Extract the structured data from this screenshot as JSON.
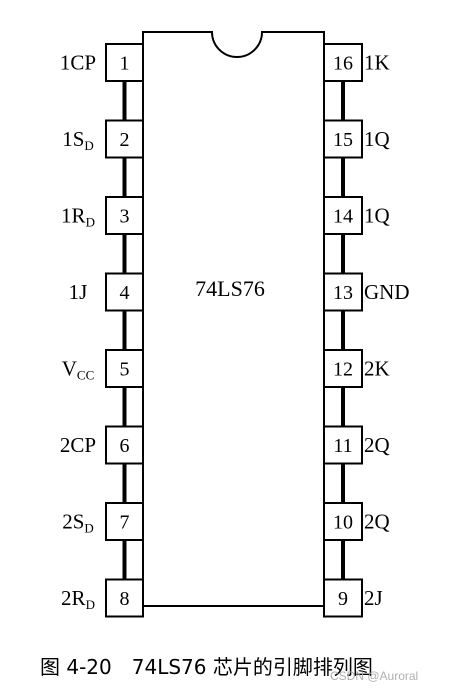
{
  "chip": {
    "name": "74LS76"
  },
  "pins_left": [
    {
      "num": "1",
      "label": "1CP",
      "sub": ""
    },
    {
      "num": "2",
      "label": "1S",
      "sub": "D"
    },
    {
      "num": "3",
      "label": "1R",
      "sub": "D"
    },
    {
      "num": "4",
      "label": "1J",
      "sub": ""
    },
    {
      "num": "5",
      "label": "V",
      "sub": "CC"
    },
    {
      "num": "6",
      "label": "2CP",
      "sub": ""
    },
    {
      "num": "7",
      "label": "2S",
      "sub": "D"
    },
    {
      "num": "8",
      "label": "2R",
      "sub": "D"
    }
  ],
  "pins_right": [
    {
      "num": "16",
      "label": "1K",
      "sub": ""
    },
    {
      "num": "15",
      "label": "1Q",
      "sub": ""
    },
    {
      "num": "14",
      "label": "1Q",
      "sub": ""
    },
    {
      "num": "13",
      "label": "GND",
      "sub": ""
    },
    {
      "num": "12",
      "label": "2K",
      "sub": ""
    },
    {
      "num": "11",
      "label": "2Q",
      "sub": ""
    },
    {
      "num": "10",
      "label": "2Q",
      "sub": ""
    },
    {
      "num": "9",
      "label": "2J",
      "sub": ""
    }
  ],
  "caption": "图 4-20　74LS76 芯片的引脚排列图",
  "watermark": "CSDN @Auroral"
}
